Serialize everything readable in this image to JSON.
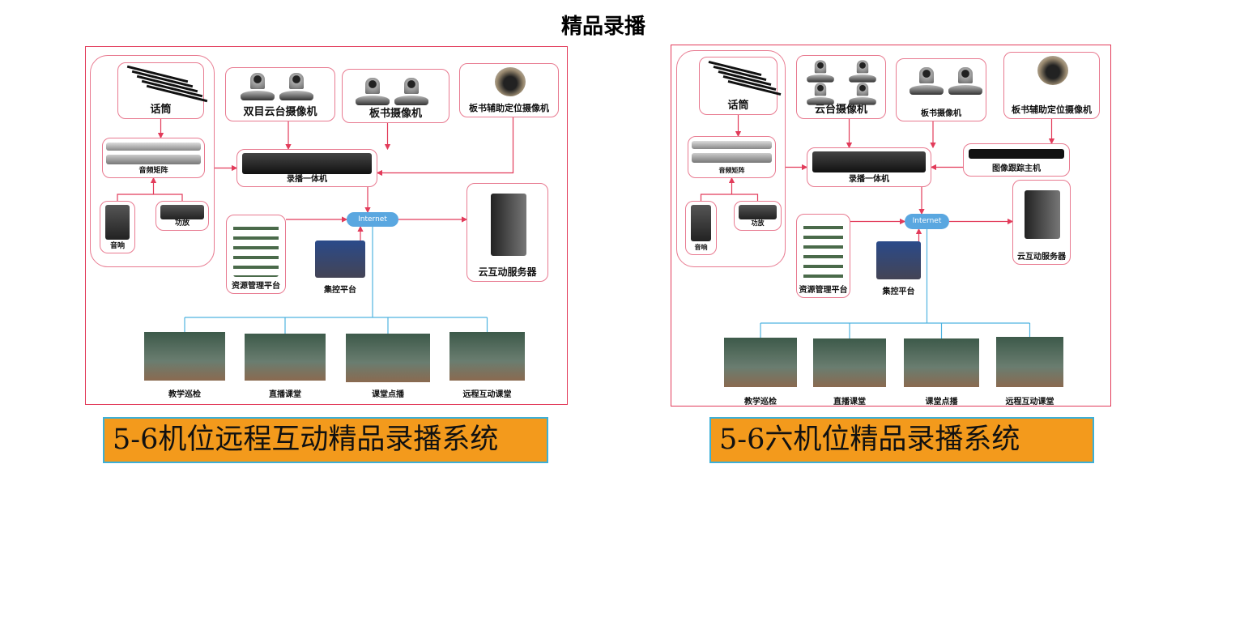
{
  "title": "精品录播",
  "panels": [
    {
      "mic": "话筒",
      "audio_matrix": "音频矩阵",
      "speaker": "音响",
      "amplifier": "功放",
      "ptz_camera": "双目云台摄像机",
      "board_camera": "板书摄像机",
      "board_aux_camera": "板书辅助定位摄像机",
      "recorder": "录播一体机",
      "internet": "Internet",
      "resource_platform": "资源管理平台",
      "control_platform": "集控平台",
      "cloud_server": "云互动服务器",
      "outputs": [
        "教学巡检",
        "直播课堂",
        "课堂点播",
        "远程互动课堂"
      ],
      "banner": "5-6机位远程互动精品录播系统"
    },
    {
      "mic": "话筒",
      "audio_matrix": "音频矩阵",
      "speaker": "音响",
      "amplifier": "功放",
      "ptz_camera": "云台摄像机",
      "board_camera": "板书摄像机",
      "board_aux_camera": "板书辅助定位摄像机",
      "tracking_host": "图像跟踪主机",
      "recorder": "录播一体机",
      "internet": "Internet",
      "resource_platform": "资源管理平台",
      "control_platform": "集控平台",
      "cloud_server": "云互动服务器",
      "outputs": [
        "教学巡检",
        "直播课堂",
        "课堂点播",
        "远程互动课堂"
      ],
      "banner": "5-6六机位精品录播系统"
    }
  ],
  "colors": {
    "line": "#e23b5a",
    "link": "#4fb3e0",
    "banner": "#f39a1c"
  }
}
